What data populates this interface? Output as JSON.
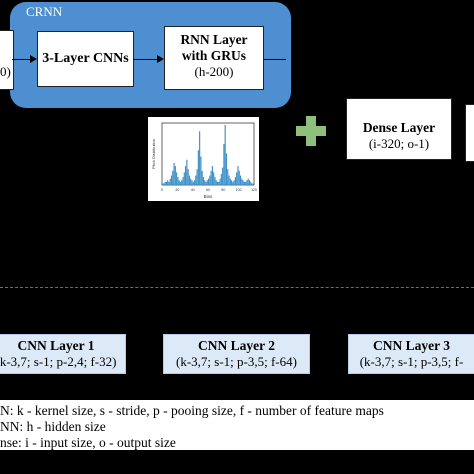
{
  "crnn": {
    "label": "CRNN",
    "cnn_block": "3-Layer CNNs",
    "rnn_block": {
      "line1": "RNN Layer",
      "line2": "with GRUs",
      "param": "(h-200)"
    },
    "left_partial_text": "0)"
  },
  "plot": {
    "ylabel": "Pitch Distribution",
    "xlabel": "Bins",
    "x_ticks": [
      "0",
      "20",
      "40",
      "60",
      "80",
      "100",
      "120"
    ],
    "bars": [
      1,
      1,
      2,
      2,
      3,
      2,
      4,
      6,
      9,
      14,
      12,
      8,
      5,
      3,
      2,
      3,
      5,
      8,
      12,
      16,
      10,
      6,
      4,
      3,
      2,
      3,
      6,
      10,
      22,
      34,
      18,
      9,
      5,
      3,
      2,
      3,
      4,
      6,
      9,
      12,
      8,
      5,
      3,
      2,
      2,
      4,
      7,
      11,
      26,
      38,
      20,
      10,
      6,
      4,
      3,
      2,
      3,
      5,
      8,
      12,
      9,
      6,
      4,
      3,
      2,
      2,
      3,
      4,
      3,
      2,
      1,
      1
    ]
  },
  "dense": {
    "title": "Dense Layer",
    "param": "(i-320; o-1)"
  },
  "layers": [
    {
      "title": "CNN Layer 1",
      "param": "(k-3,7; s-1; p-2,4; f-32)"
    },
    {
      "title": "CNN Layer 2",
      "param": "(k-3,7; s-1; p-3,5; f-64)"
    },
    {
      "title": "CNN Layer 3",
      "param": "(k-3,7; s-1; p-3,5; f-"
    }
  ],
  "legend": {
    "line1": "N:  k - kernel size,  s - stride,  p - pooing size,  f - number of feature maps",
    "line2": "NN:  h - hidden size",
    "line3": "nse: i - input size, o - output size"
  },
  "colors": {
    "crnn_panel": "#4e8fd2",
    "plus": "#8ec07c",
    "layer_box": "#dce9f7",
    "bars": "#3b8fc7"
  }
}
